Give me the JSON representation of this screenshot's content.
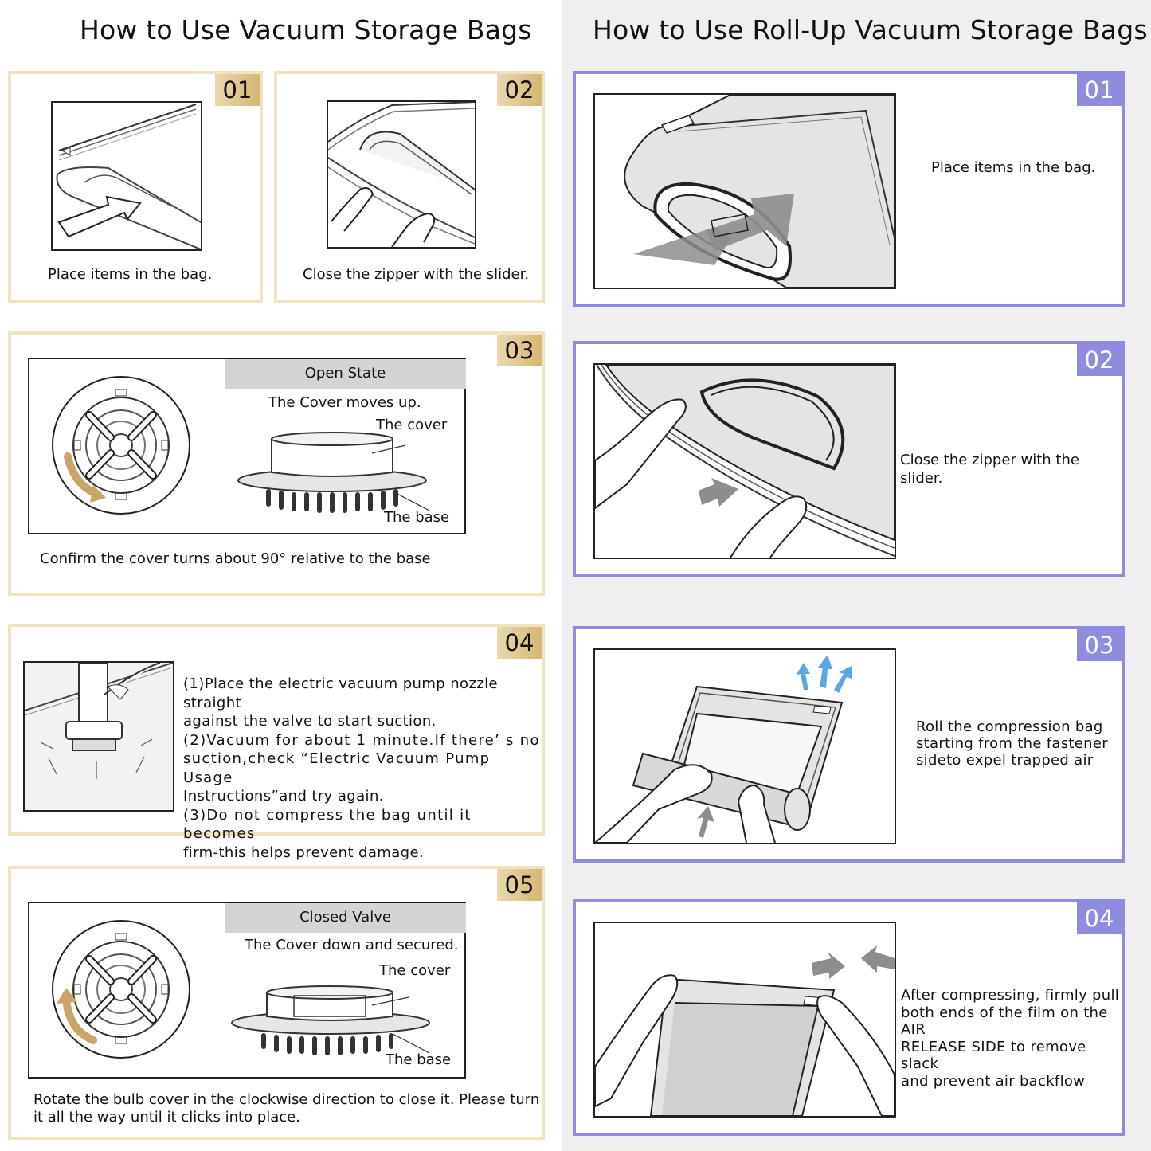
{
  "left": {
    "title": "How to Use Vacuum Storage Bags",
    "steps": [
      {
        "num": "01",
        "text": "Place items in the bag."
      },
      {
        "num": "02",
        "text": "Close the zipper with the slider."
      },
      {
        "num": "03",
        "state": "Open State",
        "desc": "The Cover moves up.",
        "cover": "The cover",
        "base": "The base",
        "text": "Confirm the cover turns about 90° relative to the base"
      },
      {
        "num": "04",
        "lines": [
          "(1)Place the electric vacuum pump nozzle straight",
          "against the valve to start suction.",
          "(2)Vacuum for about 1 minute.If there’ s no",
          "suction,check “Electric Vacuum Pump Usage",
          "Instructions”and try again.",
          "(3)Do not compress the bag until it becomes",
          "firm-this helps prevent damage."
        ]
      },
      {
        "num": "05",
        "state": "Closed Valve",
        "desc": "The Cover down and secured.",
        "cover": "The cover",
        "base": "The base",
        "text1": "Rotate the bulb cover in the clockwise direction to close it. Please turn",
        "text2": "it all the way until it clicks into place."
      }
    ]
  },
  "right": {
    "title": "How to Use Roll-Up Vacuum Storage Bags",
    "steps": [
      {
        "num": "01",
        "lines": [
          "Place items in the bag."
        ]
      },
      {
        "num": "02",
        "lines": [
          "Close the zipper with the slider."
        ]
      },
      {
        "num": "03",
        "lines": [
          "Roll the compression bag",
          "starting from the fastener",
          "sideto expel trapped air"
        ]
      },
      {
        "num": "04",
        "lines": [
          "After compressing, firmly pull",
          "both ends of the film on the AIR",
          "RELEASE SIDE to remove slack",
          "and prevent air backflow"
        ]
      }
    ]
  }
}
